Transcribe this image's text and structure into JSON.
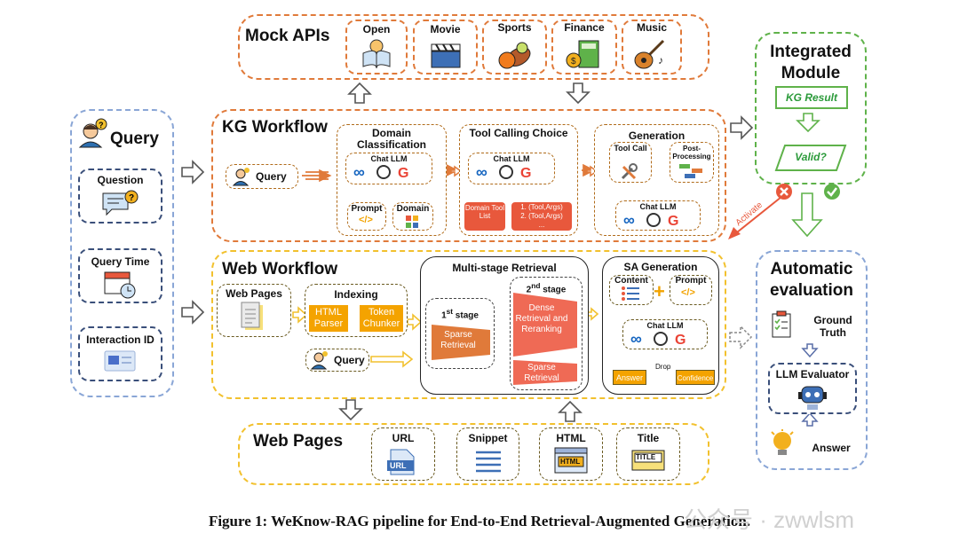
{
  "mock_apis": {
    "title": "Mock APIs",
    "items": [
      "Open",
      "Movie",
      "Sports",
      "Finance",
      "Music"
    ]
  },
  "query_panel": {
    "title": "Query",
    "items": [
      "Question",
      "Query Time",
      "Interaction ID"
    ]
  },
  "kg_workflow": {
    "title": "KG Workflow",
    "query_label": "Query",
    "domain_classification": {
      "title": "Domain Classification",
      "chat_llm": "Chat LLM",
      "prompt": "Prompt",
      "domain": "Domain"
    },
    "tool_calling": {
      "title": "Tool Calling Choice",
      "chat_llm": "Chat LLM",
      "domain_tool_list": "Domain Tool List",
      "tool_args_1": "1. (Tool,Args)",
      "tool_args_2": "2. (Tool,Args)",
      "tool_args_more": "..."
    },
    "generation": {
      "title": "Generation",
      "tool_call": "Tool Call",
      "post_processing": "Post-Processing",
      "chat_llm": "Chat LLM"
    }
  },
  "integrated_module": {
    "title": "Integrated Module",
    "kg_result": "KG Result",
    "valid": "Valid?",
    "activate": "Activate"
  },
  "web_workflow": {
    "title": "Web Workflow",
    "web_pages": "Web Pages",
    "indexing": {
      "title": "Indexing",
      "html_parser": "HTML Parser",
      "token_chunker": "Token Chunker"
    },
    "query_label": "Query",
    "multi_stage": {
      "title": "Multi-stage Retrieval",
      "stage1_num": "1",
      "stage1_sup": "st",
      "stage1_rest": " stage",
      "stage1_box": "Sparse Retrieval",
      "stage2_num": "2",
      "stage2_sup": "nd",
      "stage2_rest": " stage",
      "dense": "Dense Retrieval and Reranking",
      "sparse": "Sparse Retrieval"
    },
    "sa_generation": {
      "title": "SA Generation",
      "content": "Content",
      "prompt": "Prompt",
      "chat_llm": "Chat LLM",
      "drop": "Drop",
      "answer": "Answer",
      "confidence": "Confidence"
    }
  },
  "auto_eval": {
    "title": "Automatic evaluation",
    "ground_truth": "Ground Truth",
    "llm_evaluator": "LLM Evaluator",
    "answer": "Answer"
  },
  "web_pages_panel": {
    "title": "Web Pages",
    "items": [
      "URL",
      "Snippet",
      "HTML",
      "Title"
    ],
    "url_badge": "URL",
    "html_badge": "HTML",
    "title_badge": "TITLE"
  },
  "caption": "Figure 1: WeKnow-RAG pipeline for End-to-End Retrieval-Augmented Generation.",
  "watermark": "公众号 · zwwlsm",
  "colors": {
    "kg": "#e07a3a",
    "web": "#f2c12e",
    "query": "#8aa6d6",
    "integrated": "#5fb24a",
    "eval": "#8aa6d6",
    "orange_fill": "#f4a300",
    "red_fill": "#ef6a55"
  }
}
